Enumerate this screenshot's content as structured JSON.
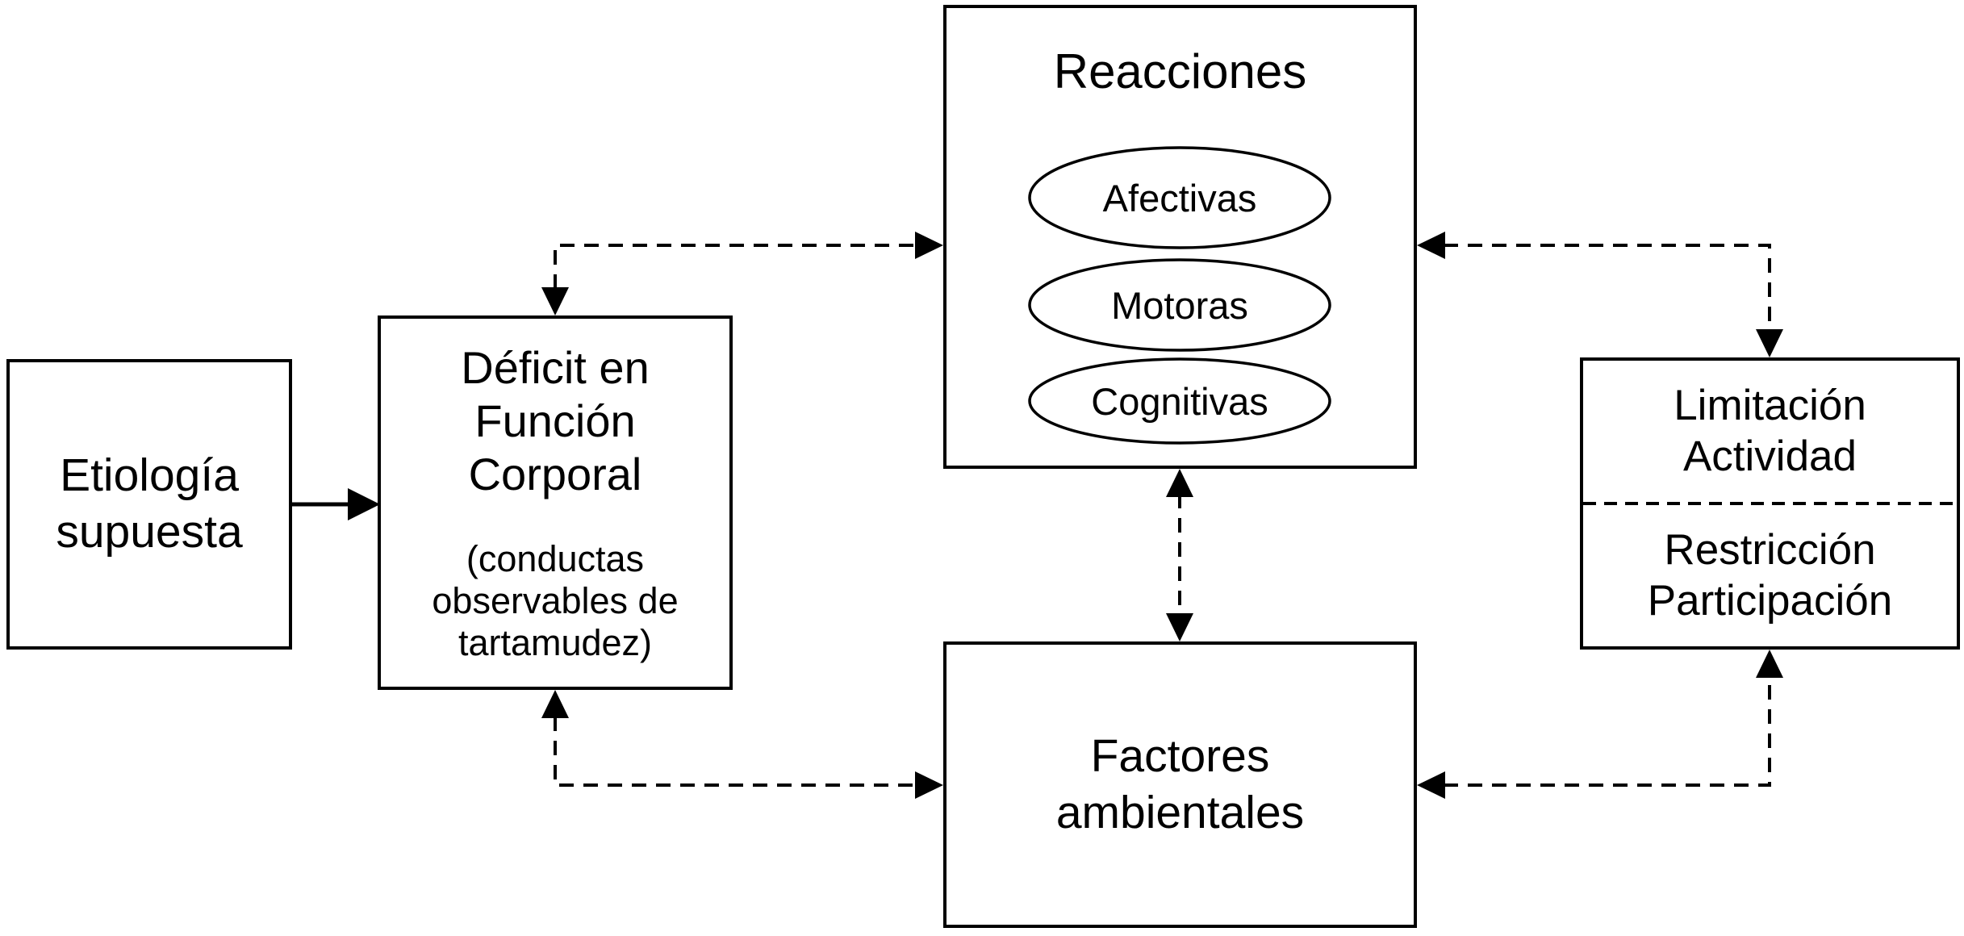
{
  "diagram": {
    "boxes": {
      "etiologia": {
        "label": "Etiología\nsupuesta"
      },
      "deficit": {
        "title": "Déficit en\nFunción\nCorporal",
        "subtitle": "(conductas\nobservables de\ntartamudez)"
      },
      "reacciones": {
        "title": "Reacciones",
        "ellipses": [
          "Afectivas",
          "Motoras",
          "Cognitivas"
        ]
      },
      "factores": {
        "label": "Factores\nambientales"
      },
      "limitacion": {
        "top_label": "Limitación\nActividad",
        "bottom_label": "Restricción\nParticipación"
      }
    },
    "colors": {
      "line": "#000000",
      "background": "#ffffff"
    }
  }
}
